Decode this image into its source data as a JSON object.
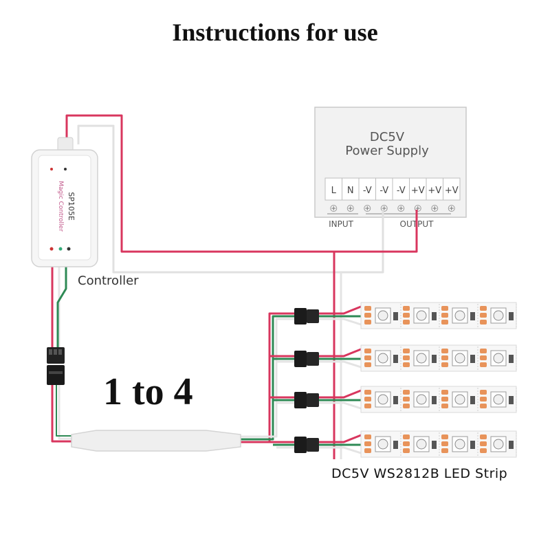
{
  "title": "Instructions for use",
  "split_label": "1 to 4",
  "controller": {
    "caption": "Controller",
    "model": "SP105E",
    "brand": "Magic Controller"
  },
  "power_supply": {
    "line1": "DC5V",
    "line2": "Power Supply",
    "terminals": [
      "L",
      "N",
      "-V",
      "-V",
      "-V",
      "+V",
      "+V",
      "+V"
    ],
    "input_label": "INPUT",
    "output_label": "OUTPUT"
  },
  "strip_caption": "DC5V WS2812B LED Strip",
  "colors": {
    "positive_wire": "#d8365e",
    "negative_wire": "#e4e4e4",
    "data_wire": "#2e8a55",
    "box_fill": "#f3f3f3",
    "led_pad": "#e8935a"
  }
}
